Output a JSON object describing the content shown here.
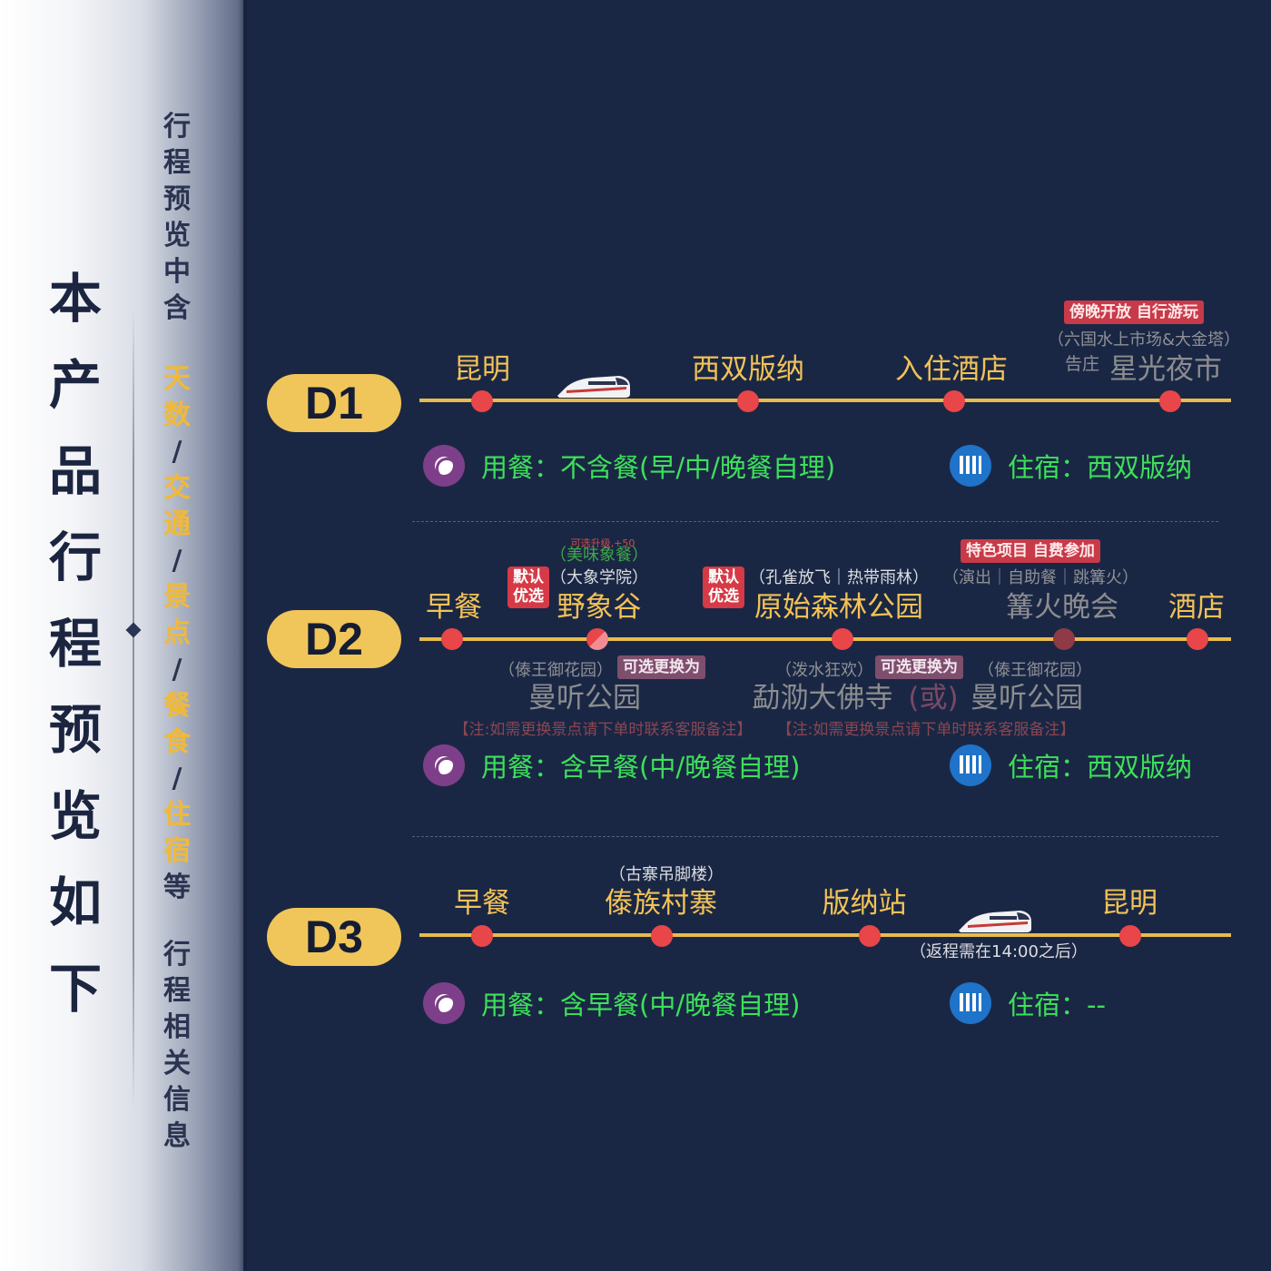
{
  "sidebar": {
    "title_chars": [
      "本",
      "产",
      "品",
      "行",
      "程",
      "预",
      "览",
      "如",
      "下"
    ],
    "sub1_chars": [
      "行",
      "程",
      "预",
      "览",
      "中",
      "含"
    ],
    "sub2": [
      {
        "t": "天",
        "c": "y"
      },
      {
        "t": "数",
        "c": "y"
      },
      {
        "t": "/",
        "c": "s"
      },
      {
        "t": "交",
        "c": "y"
      },
      {
        "t": "通",
        "c": "y"
      },
      {
        "t": "/",
        "c": "s"
      },
      {
        "t": "景",
        "c": "y"
      },
      {
        "t": "点",
        "c": "y"
      },
      {
        "t": "/",
        "c": "s"
      },
      {
        "t": "餐",
        "c": "y"
      },
      {
        "t": "食",
        "c": "y"
      },
      {
        "t": "/",
        "c": "s"
      },
      {
        "t": "住",
        "c": "y"
      },
      {
        "t": "宿",
        "c": "y"
      },
      {
        "t": "等",
        "c": "d"
      }
    ],
    "sub3_chars": [
      "行",
      "程",
      "相",
      "关",
      "信",
      "息"
    ]
  },
  "d1": {
    "badge": "D1",
    "stops": [
      "昆明",
      "西双版纳",
      "入住酒店",
      "星光夜市"
    ],
    "tag_night": "傍晚开放 自行游玩",
    "note_night": "（六国水上市场&大金塔）",
    "prefix_night": "告庄",
    "meal": "用餐：不含餐(早/中/晚餐自理)",
    "stay": "住宿：西双版纳"
  },
  "d2": {
    "badge": "D2",
    "stops": [
      "早餐",
      "野象谷",
      "原始森林公园",
      "篝火晚会",
      "酒店"
    ],
    "upgrade_note": "可选升级,+50",
    "upgrade_meal": "（美味象餐）",
    "stamp": [
      "默认",
      "优选"
    ],
    "note_elephant": "（大象学院）",
    "note_forest": "（孔雀放飞｜热带雨林）",
    "tag_bonfire": "特色项目 自费参加",
    "note_bonfire": "（演出｜自助餐｜跳篝火）",
    "alt_note1": "（傣王御花园）",
    "alt_tag": "可选更换为",
    "alt1": "曼听公园",
    "alt_remark": "【注:如需更换景点请下单时联系客服备注】",
    "alt_note2": "（泼水狂欢）",
    "alt_note3": "（傣王御花园）",
    "alt2a": "勐泐大佛寺",
    "alt2or": "(或)",
    "alt2b": "曼听公园",
    "meal": "用餐：含早餐(中/晚餐自理)",
    "stay": "住宿：西双版纳"
  },
  "d3": {
    "badge": "D3",
    "stops": [
      "早餐",
      "傣族村寨",
      "版纳站",
      "昆明"
    ],
    "note_village": "（古寨吊脚楼）",
    "note_return": "（返程需在14:00之后）",
    "meal": "用餐：含早餐(中/晚餐自理)",
    "stay": "住宿：--"
  },
  "colors": {
    "background": "#1a2744",
    "badge": "#f0c55a",
    "line": "#e8bc4c",
    "dot": "#e84649",
    "stop_text": "#f2c257",
    "info_text": "#3de05a"
  },
  "icons": [
    "train-icon",
    "meal-icon",
    "hotel-icon"
  ]
}
